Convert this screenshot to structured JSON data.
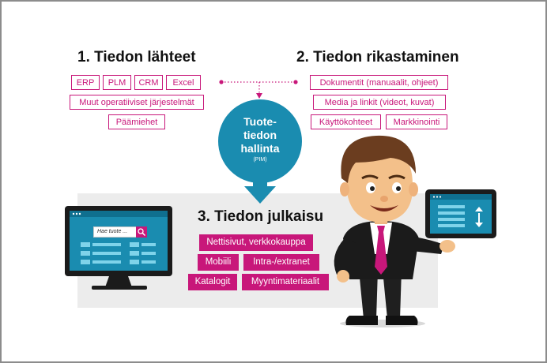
{
  "sources": {
    "heading": "1. Tiedon lähteet",
    "tags": [
      "ERP",
      "PLM",
      "CRM",
      "Excel",
      "Muut operatiiviset järjestelmät",
      "Päämiehet"
    ]
  },
  "enrichment": {
    "heading": "2. Tiedon rikastaminen",
    "tags": [
      "Dokumentit (manuaalit, ohjeet)",
      "Media ja linkit (videot, kuvat)",
      "Käyttökohteet",
      "Markkinointi"
    ]
  },
  "pim": {
    "title_line1": "Tuote-",
    "title_line2": "tiedon",
    "title_line3": "hallinta",
    "subtitle": "(PIM)"
  },
  "publishing": {
    "heading": "3. Tiedon julkaisu",
    "tags": [
      "Nettisivut, verkkokauppa",
      "Mobiili",
      "Intra-/extranet",
      "Katalogit",
      "Myyntimateriaalit"
    ]
  },
  "monitor": {
    "search_text": "Hae tuote ..."
  },
  "colors": {
    "accent": "#c8177a",
    "pim_circle": "#1a8cb0",
    "monitor_screen": "#1a8cb0",
    "panel": "#ececec"
  },
  "icons": [
    "search-icon",
    "arrow-down-icon",
    "businessman-illustration",
    "tablet-illustration",
    "monitor-illustration"
  ]
}
